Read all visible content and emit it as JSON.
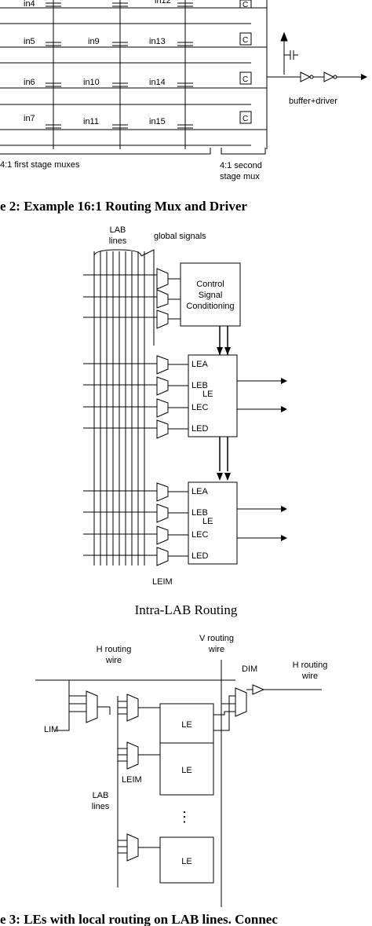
{
  "figure2": {
    "inputs": {
      "in4": "in4",
      "in12": "in12",
      "in5": "in5",
      "in9": "in9",
      "in13": "in13",
      "in6": "in6",
      "in10": "in10",
      "in14": "in14",
      "in7": "in7",
      "in11": "in11",
      "in15": "in15"
    },
    "cell_label": "C",
    "buffer_label": "buffer+driver",
    "first_stage_label": "4:1 first stage muxes",
    "second_stage_label_1": "4:1 second",
    "second_stage_label_2": "stage mux",
    "caption": "e 2: Example 16:1 Routing Mux and Driver"
  },
  "intra_lab": {
    "lab_lines_1": "LAB",
    "lab_lines_2": "lines",
    "global_signals": "global signals",
    "control_1": "Control",
    "control_2": "Signal",
    "control_3": "Conditioning",
    "le_ports": [
      "LEA",
      "LEB",
      "LEC",
      "LED"
    ],
    "le_label": "LE",
    "leim_label": "LEIM",
    "title": "Intra-LAB Routing"
  },
  "figure3": {
    "v_routing_1": "V routing",
    "v_routing_2": "wire",
    "h_routing_left_1": "H routing",
    "h_routing_left_2": "wire",
    "dim_label": "DIM",
    "h_routing_right_1": "H routing",
    "h_routing_right_2": "wire",
    "lim_label": "LIM",
    "leim_label": "LEIM",
    "lab_lines_1": "LAB",
    "lab_lines_2": "lines",
    "le_label": "LE",
    "ellipsis": "⋮",
    "caption": "e 3: LEs with local routing on LAB lines. Connec"
  }
}
